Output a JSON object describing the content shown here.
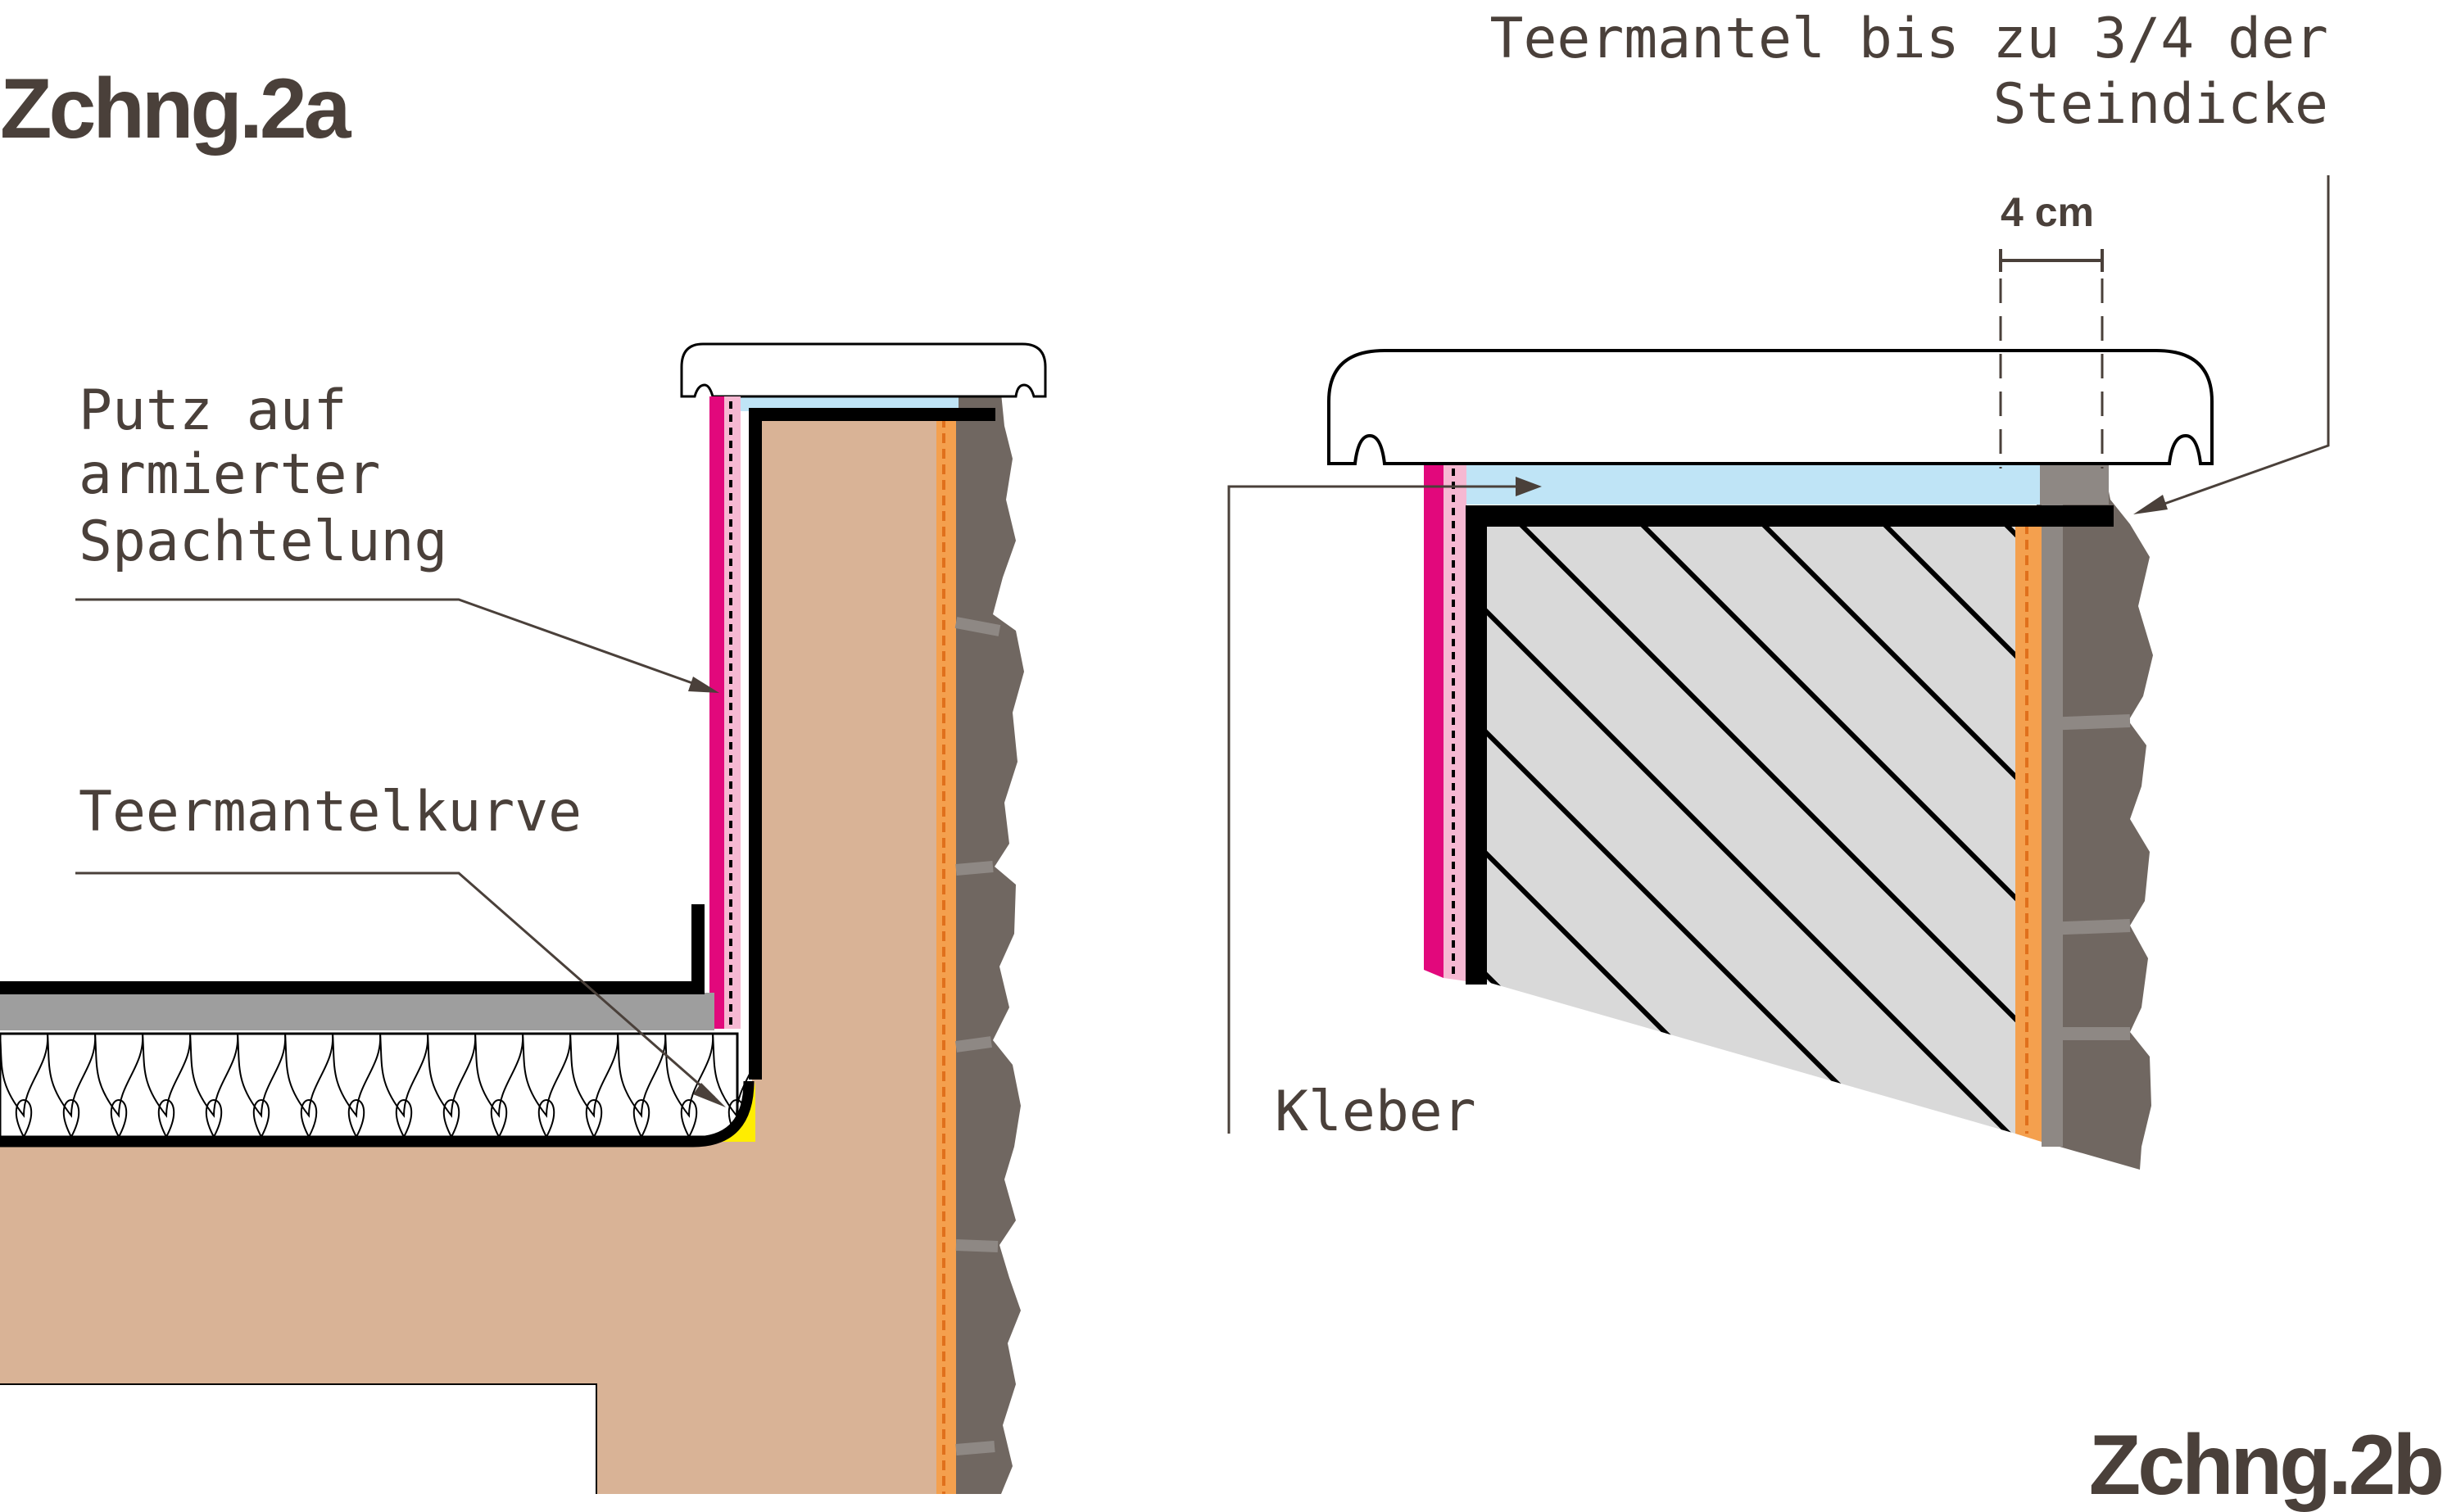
{
  "figure_a": {
    "title": "Zchng.2a",
    "label_putz": [
      "Putz auf",
      "armierter",
      "Spachtelung"
    ],
    "label_kurve": "Teermantelkurve"
  },
  "figure_b": {
    "title": "Zchng.2b",
    "label_teermantel": [
      "Teermantel bis zu 3/4 der",
      "Steindicke"
    ],
    "dimension": "4 cm",
    "label_kleber": "Kleber"
  },
  "colors": {
    "brick": "#d9b396",
    "stone": "#706761",
    "stone_shadow": "#8e8884",
    "magenta": "#e2087c",
    "pink": "#f6b8d2",
    "orange": "#f4a04e",
    "orange_line": "#e0701c",
    "light_blue": "#bfe4f6",
    "gray_screed": "#9e9e9e",
    "hatch_fill": "#d9d9d9",
    "yellow": "#ffed00",
    "ink": "#000000",
    "text": "#4a403a"
  }
}
